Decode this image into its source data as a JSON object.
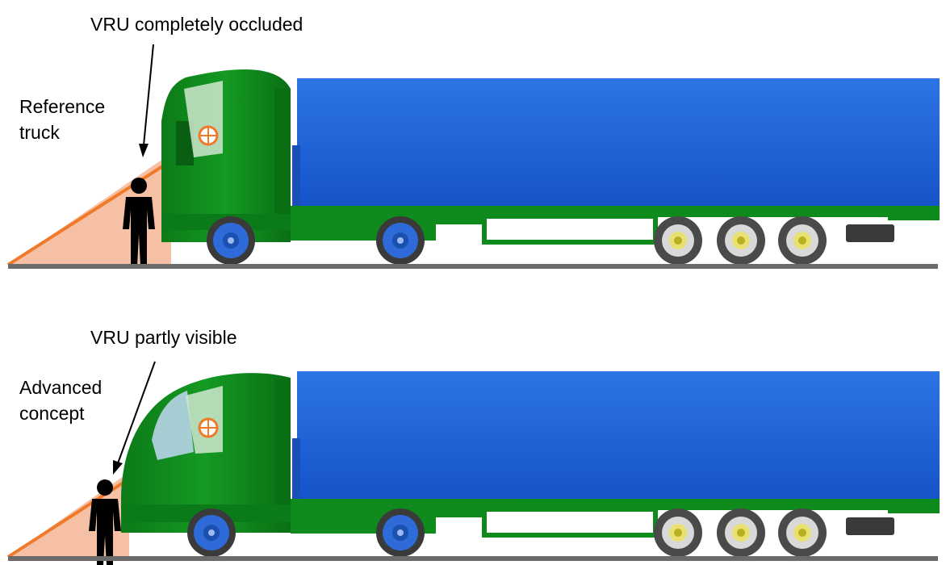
{
  "panels": {
    "top": {
      "annotation": "VRU completely occluded",
      "label_line1": "Reference",
      "label_line2": "truck"
    },
    "bottom": {
      "annotation": "VRU partly visible",
      "label_line1": "Advanced",
      "label_line2": "concept"
    }
  },
  "colors": {
    "trailer_body": "#1a5fd6",
    "truck_green": "#0f8a1c",
    "sightline": "#f07a2a",
    "blind_zone_fill": "#f6c0a4",
    "ground": "#6b6b6b",
    "wheel_blue": "#2f6bd8",
    "trailer_hub": "#e8e070",
    "person": "#000000"
  },
  "icons": {
    "eye_point": "crosshair-circle-icon",
    "pedestrian": "person-silhouette-icon"
  }
}
